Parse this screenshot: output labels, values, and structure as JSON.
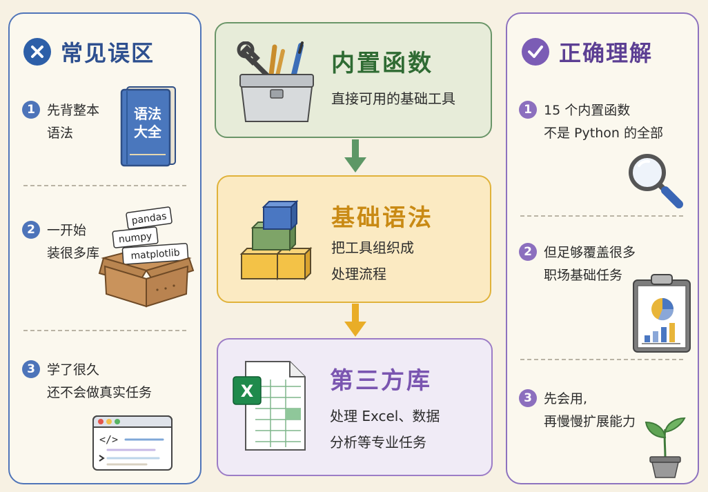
{
  "left": {
    "title": "常见误区",
    "items": [
      {
        "num": "1",
        "lines": [
          "先背整本",
          "语法"
        ]
      },
      {
        "num": "2",
        "lines": [
          "一开始",
          "装很多库"
        ]
      },
      {
        "num": "3",
        "lines": [
          "学了很久",
          "还不会做真实任务"
        ]
      }
    ],
    "book_text": [
      "语法",
      "大全"
    ],
    "library_tags": [
      "pandas",
      "numpy",
      "matplotlib"
    ],
    "code_glyph": "</>"
  },
  "center": {
    "builtin": {
      "title": "内置函数",
      "desc": [
        "直接可用的基础工具"
      ]
    },
    "syntax": {
      "title": "基础语法",
      "desc": [
        "把工具组织成",
        "处理流程"
      ]
    },
    "thirdparty": {
      "title": "第三方库",
      "desc": [
        "处理 Excel、数据",
        "分析等专业任务"
      ]
    },
    "excel_letter": "X"
  },
  "right": {
    "title": "正确理解",
    "items": [
      {
        "num": "1",
        "lines": [
          "15 个内置函数",
          "不是 Python 的全部"
        ]
      },
      {
        "num": "2",
        "lines": [
          "但足够覆盖很多",
          "职场基础任务"
        ]
      },
      {
        "num": "3",
        "lines": [
          "先会用,",
          "再慢慢扩展能力"
        ]
      }
    ]
  },
  "colors": {
    "left_border": "#4f74b8",
    "right_border": "#8d72bf",
    "green": "#6a9568",
    "yellow": "#e0b23a",
    "purple": "#9c7cc6"
  }
}
